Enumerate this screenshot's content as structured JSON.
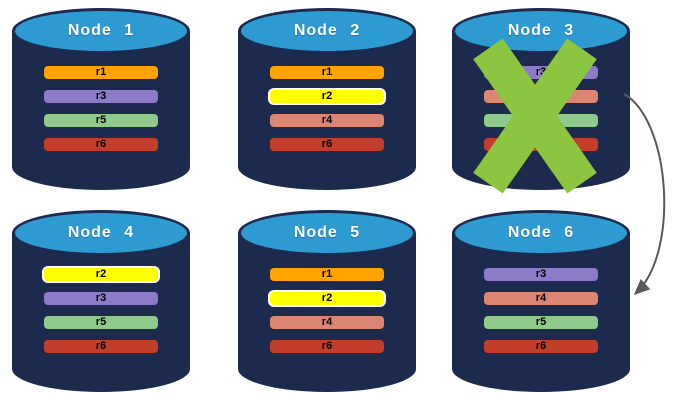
{
  "diagram": {
    "nodes": [
      {
        "label": "Node 1",
        "failed": false,
        "replicas": [
          {
            "id": "r1",
            "color": "#FFA301",
            "highlighted": false
          },
          {
            "id": "r3",
            "color": "#8C7CC8",
            "highlighted": false
          },
          {
            "id": "r5",
            "color": "#8FC98C",
            "highlighted": false
          },
          {
            "id": "r6",
            "color": "#C23E2B",
            "highlighted": false
          }
        ]
      },
      {
        "label": "Node 2",
        "failed": false,
        "replicas": [
          {
            "id": "r1",
            "color": "#FFA301",
            "highlighted": false
          },
          {
            "id": "r2",
            "color": "#FFFF00",
            "highlighted": true
          },
          {
            "id": "r4",
            "color": "#DB8573",
            "highlighted": false
          },
          {
            "id": "r6",
            "color": "#C23E2B",
            "highlighted": false
          }
        ]
      },
      {
        "label": "Node 3",
        "failed": true,
        "replicas": [
          {
            "id": "r3",
            "color": "#8C7CC8",
            "highlighted": false
          },
          {
            "id": "r4",
            "color": "#DB8573",
            "highlighted": false
          },
          {
            "id": "r5",
            "color": "#8FC98C",
            "highlighted": false
          },
          {
            "id": "r6",
            "color": "#C23E2B",
            "highlighted": false
          }
        ]
      },
      {
        "label": "Node 4",
        "failed": false,
        "replicas": [
          {
            "id": "r2",
            "color": "#FFFF00",
            "highlighted": true
          },
          {
            "id": "r3",
            "color": "#8C7CC8",
            "highlighted": false
          },
          {
            "id": "r5",
            "color": "#8FC98C",
            "highlighted": false
          },
          {
            "id": "r6",
            "color": "#C23E2B",
            "highlighted": false
          }
        ]
      },
      {
        "label": "Node 5",
        "failed": false,
        "replicas": [
          {
            "id": "r1",
            "color": "#FFA301",
            "highlighted": false
          },
          {
            "id": "r2",
            "color": "#FFFF00",
            "highlighted": true
          },
          {
            "id": "r4",
            "color": "#DB8573",
            "highlighted": false
          },
          {
            "id": "r6",
            "color": "#C23E2B",
            "highlighted": false
          }
        ]
      },
      {
        "label": "Node 6",
        "failed": false,
        "replicas": [
          {
            "id": "r3",
            "color": "#8C7CC8",
            "highlighted": false
          },
          {
            "id": "r4",
            "color": "#DB8573",
            "highlighted": false
          },
          {
            "id": "r5",
            "color": "#8FC98C",
            "highlighted": false
          },
          {
            "id": "r6",
            "color": "#C23E2B",
            "highlighted": false
          }
        ]
      }
    ],
    "failover_arrow": {
      "from": "Node 3",
      "to": "Node 6"
    },
    "colors": {
      "cylinder_body": "#1B2A4D",
      "cylinder_top": "#2E9AD2",
      "failed_x": "#8CC640",
      "arrow": "#5A5A5A",
      "highlight_ring": "#FFFFFF"
    }
  }
}
